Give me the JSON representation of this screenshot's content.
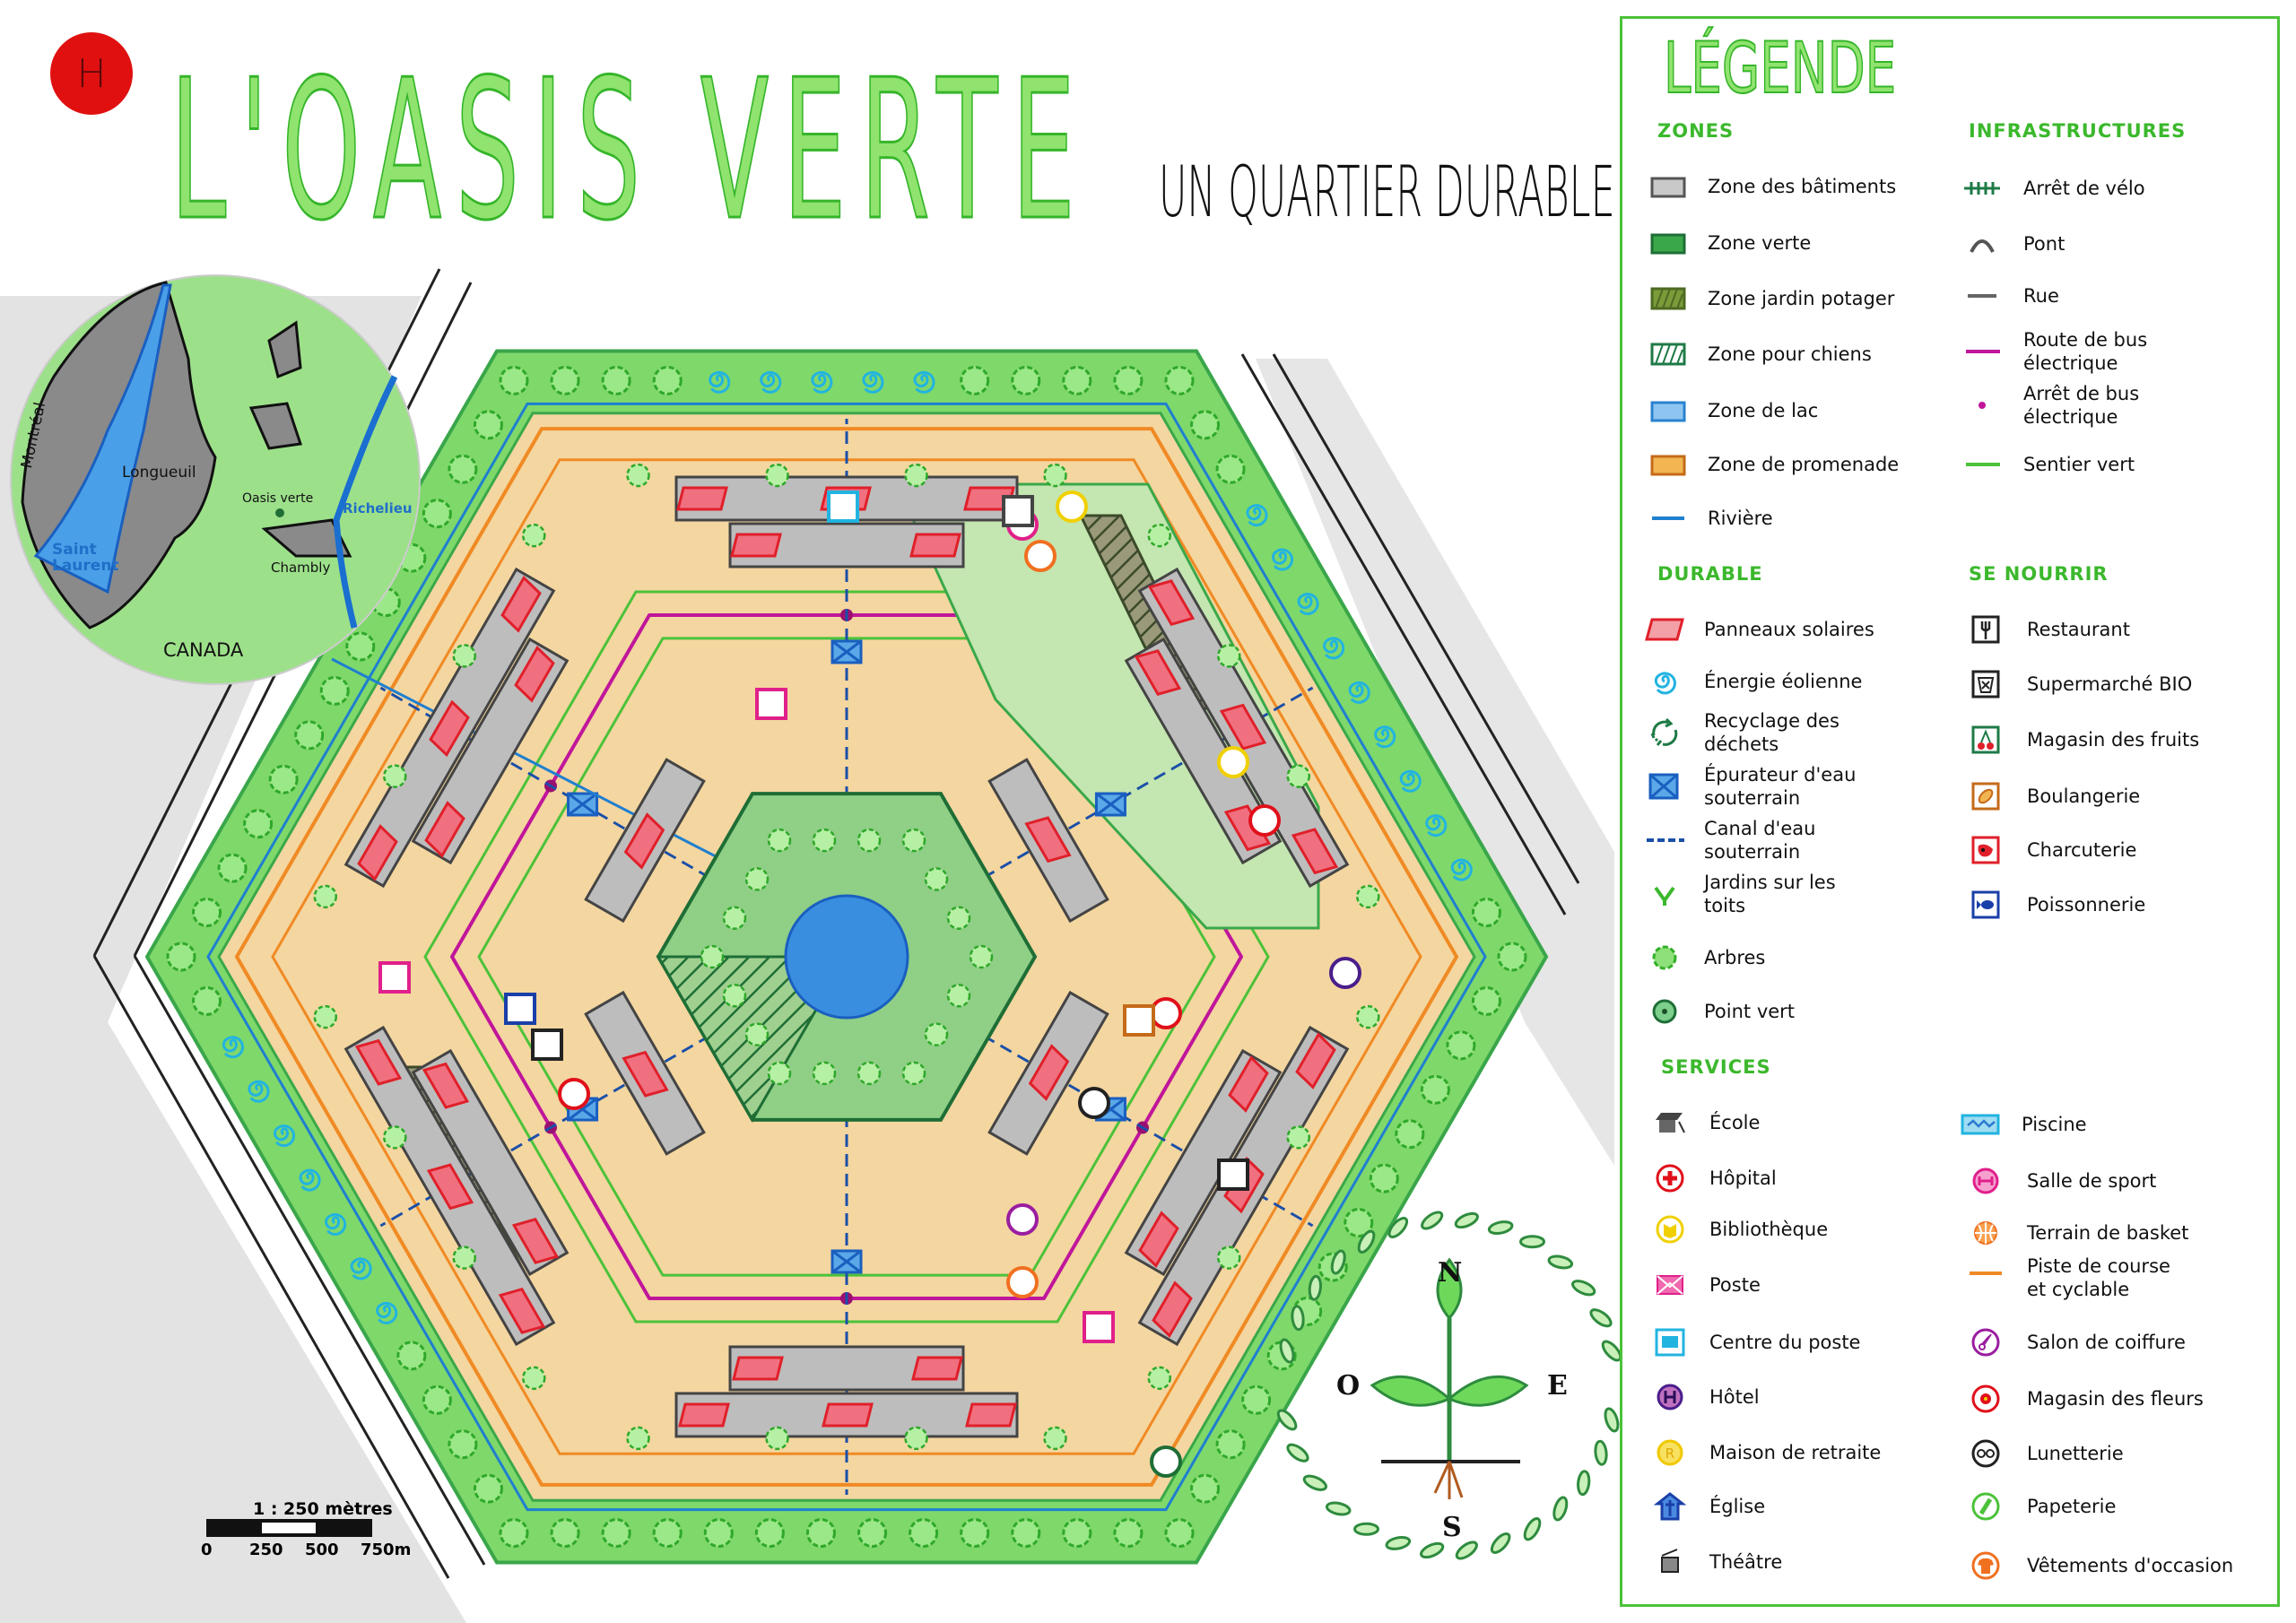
{
  "badge": "H",
  "title": "L'OASIS VERTE",
  "subtitle": "UN QUARTIER DURABLE",
  "inset_map": {
    "montreal": "Montréal",
    "longueuil": "Longueuil",
    "saint_laurent": "Saint\nLaurent",
    "oasis_verte": "Oasis verte",
    "richelieu": "Richelieu",
    "chambly": "Chambly",
    "canada": "CANADA"
  },
  "scale": {
    "label": "1 : 250 mètres",
    "ticks": [
      "0",
      "250",
      "500",
      "750m"
    ]
  },
  "compass": {
    "north": "N",
    "south": "S",
    "east": "E",
    "west": "O"
  },
  "legend": {
    "title": "LÉGENDE",
    "zones": {
      "heading": "ZONES",
      "items": [
        "Zone des bâtiments",
        "Zone verte",
        "Zone jardin potager",
        "Zone pour chiens",
        "Zone de lac",
        "Zone de promenade",
        "Rivière"
      ]
    },
    "infrastructures": {
      "heading": "INFRASTRUCTURES",
      "items": [
        "Arrêt de vélo",
        "Pont",
        "Rue",
        "Route de bus\nélectrique",
        "Arrêt de bus\nélectrique",
        "Sentier vert"
      ]
    },
    "durable": {
      "heading": "DURABLE",
      "items": [
        "Panneaux solaires",
        "Énergie éolienne",
        "Recyclage des\ndéchets",
        "Épurateur d'eau\nsouterrain",
        "Canal d'eau\nsouterrain",
        "Jardins sur les\ntoits",
        "Arbres",
        "Point vert"
      ]
    },
    "se_nourrir": {
      "heading": "SE NOURRIR",
      "items": [
        "Restaurant",
        "Supermarché BIO",
        "Magasin des fruits",
        "Boulangerie",
        "Charcuterie",
        "Poissonnerie"
      ]
    },
    "services": {
      "heading": "SERVICES",
      "left": [
        "École",
        "Hôpital",
        "Bibliothèque",
        "Poste",
        "Centre du poste",
        "Hôtel",
        "Maison de retraite",
        "Église",
        "Théâtre"
      ],
      "right": [
        "Piscine",
        "Salle de sport",
        "Terrain de basket",
        "Piste de course\net cyclable",
        "Salon de coiffure",
        "Magasin des fleurs",
        "Lunetterie",
        "Papeterie",
        "Vêtements d'occasion"
      ]
    }
  },
  "colors": {
    "title_green": "#8fe36e",
    "legend_border": "#4cc23a",
    "river": "#1f7fd0",
    "bus_route": "#c0169a",
    "promenade": "#f08a24",
    "zone_verte": "#7fd86a",
    "solar": "#e0202a"
  }
}
